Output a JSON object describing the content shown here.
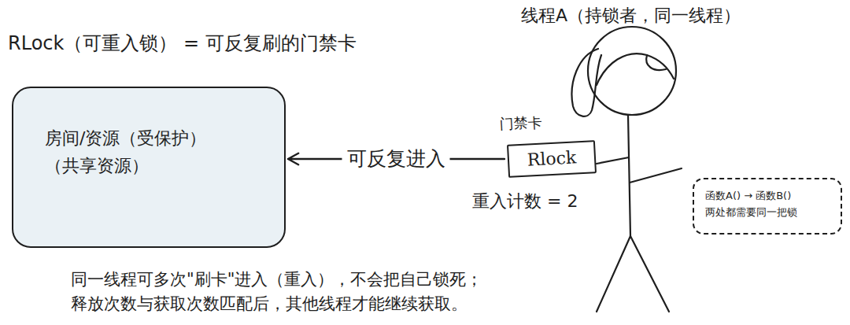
{
  "diagram": {
    "title": "RLock（可重入锁） = 可反复刷的门禁卡",
    "caption": "同一线程可多次\"刷卡\"进入（重入），不会把自己锁死； 释放次数与获取次数匹配后，其他线程才能继续获取。",
    "nodes": [
      {
        "text": [
          "房间/资源（受保护）",
          "（共享资源）"
        ]
      },
      {
        "text": [
          "门禁卡",
          "Rlock"
        ]
      },
      {
        "text": [
          "函数A() → 函数B()",
          "两处都需要同一把锁"
        ]
      }
    ],
    "edges": [
      {
        "from": 1,
        "to": 0,
        "arrow": "to",
        "label": "可反复进入"
      }
    ],
    "labels": [
      "线程A（持锁者，同一线程）",
      "重入计数 = 2"
    ]
  }
}
